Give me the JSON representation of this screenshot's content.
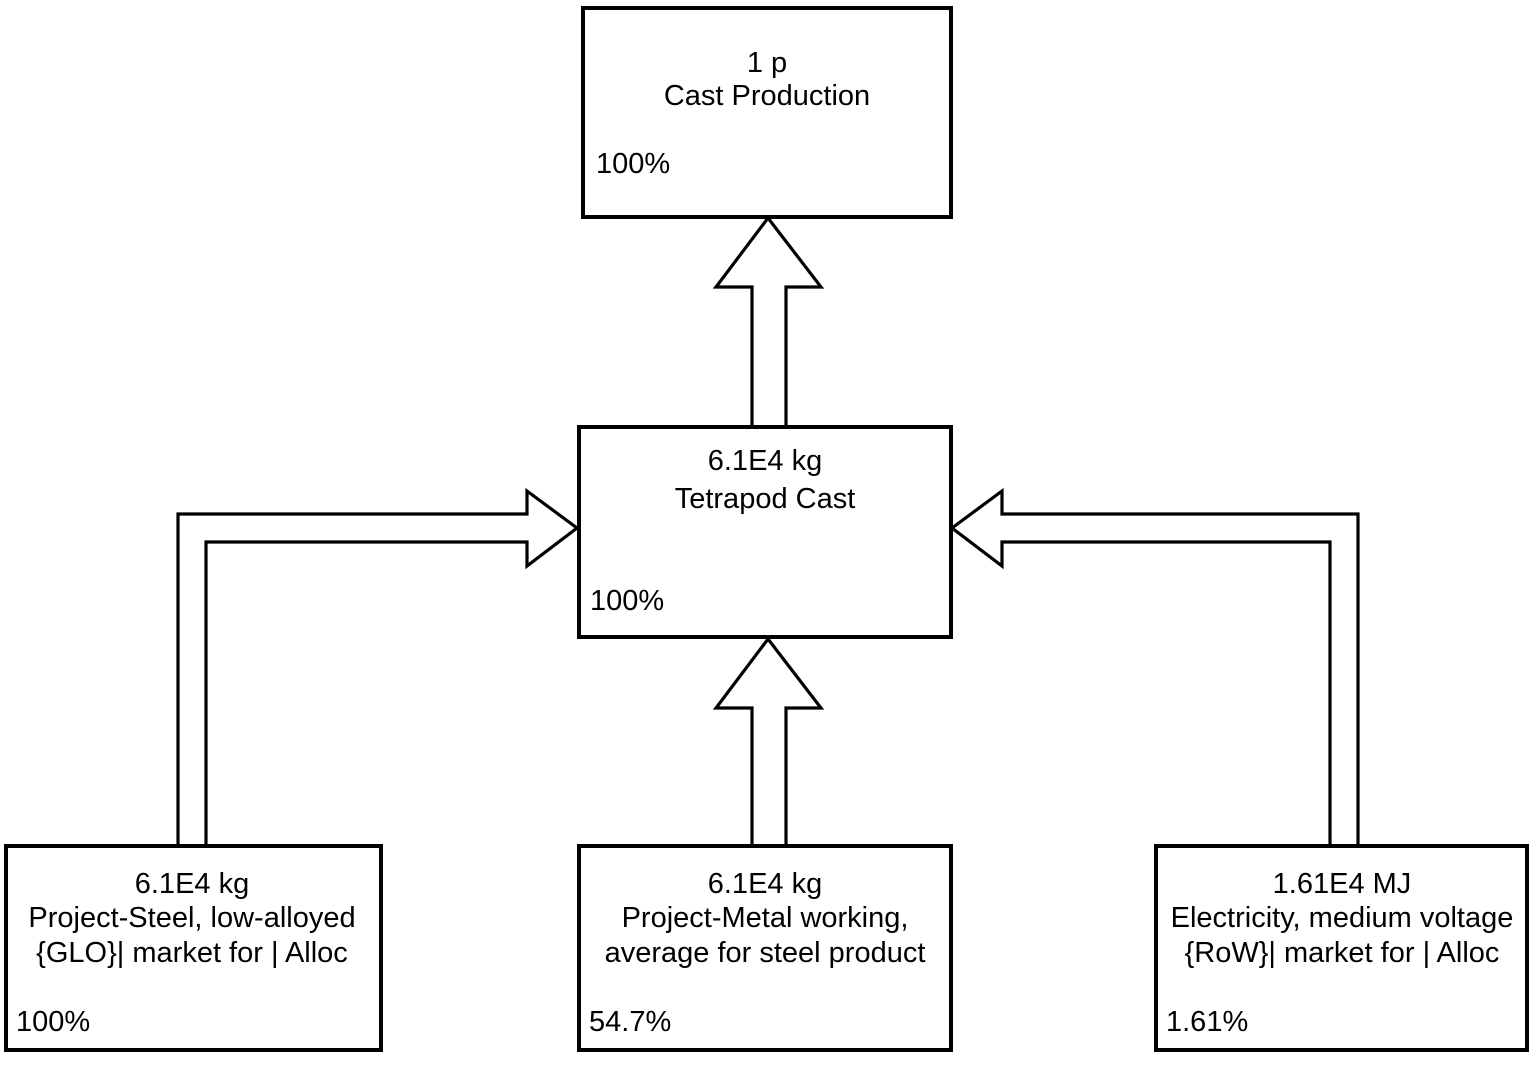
{
  "diagram": {
    "type": "lca-process-network",
    "title": "Cast Production process network",
    "background_color": "#ffffff",
    "line_color": "#000000",
    "box_fill": "#ffffff"
  },
  "nodes": {
    "cast_production": {
      "amount": "1 p",
      "name": "Cast Production",
      "percent": "100%"
    },
    "tetrapod_cast": {
      "amount": "6.1E4 kg",
      "name": "Tetrapod Cast",
      "percent": "100%"
    },
    "steel_low_alloyed": {
      "amount": "6.1E4 kg",
      "name_line1": "Project-Steel, low-alloyed",
      "name_line2": "{GLO}| market for | Alloc",
      "percent": "100%"
    },
    "metal_working": {
      "amount": "6.1E4 kg",
      "name_line1": "Project-Metal working,",
      "name_line2": "average for steel product",
      "percent": "54.7%"
    },
    "electricity_medium_voltage": {
      "amount": "1.61E4 MJ",
      "name_line1": "Electricity, medium voltage",
      "name_line2": "{RoW}| market for | Alloc",
      "percent": "1.61%"
    }
  },
  "edges": [
    {
      "id": "tetrapod-to-cast-production",
      "from": "tetrapod_cast",
      "to": "cast_production",
      "shape": "straight-up",
      "arrow_style": "hollow-block"
    },
    {
      "id": "steel-to-tetrapod",
      "from": "steel_low_alloyed",
      "to": "tetrapod_cast",
      "shape": "elbow-up-right",
      "arrow_style": "hollow-block"
    },
    {
      "id": "metalworking-to-tetrapod",
      "from": "metal_working",
      "to": "tetrapod_cast",
      "shape": "straight-up",
      "arrow_style": "hollow-block"
    },
    {
      "id": "electricity-to-tetrapod",
      "from": "electricity_medium_voltage",
      "to": "tetrapod_cast",
      "shape": "elbow-up-left",
      "arrow_style": "hollow-block"
    }
  ]
}
